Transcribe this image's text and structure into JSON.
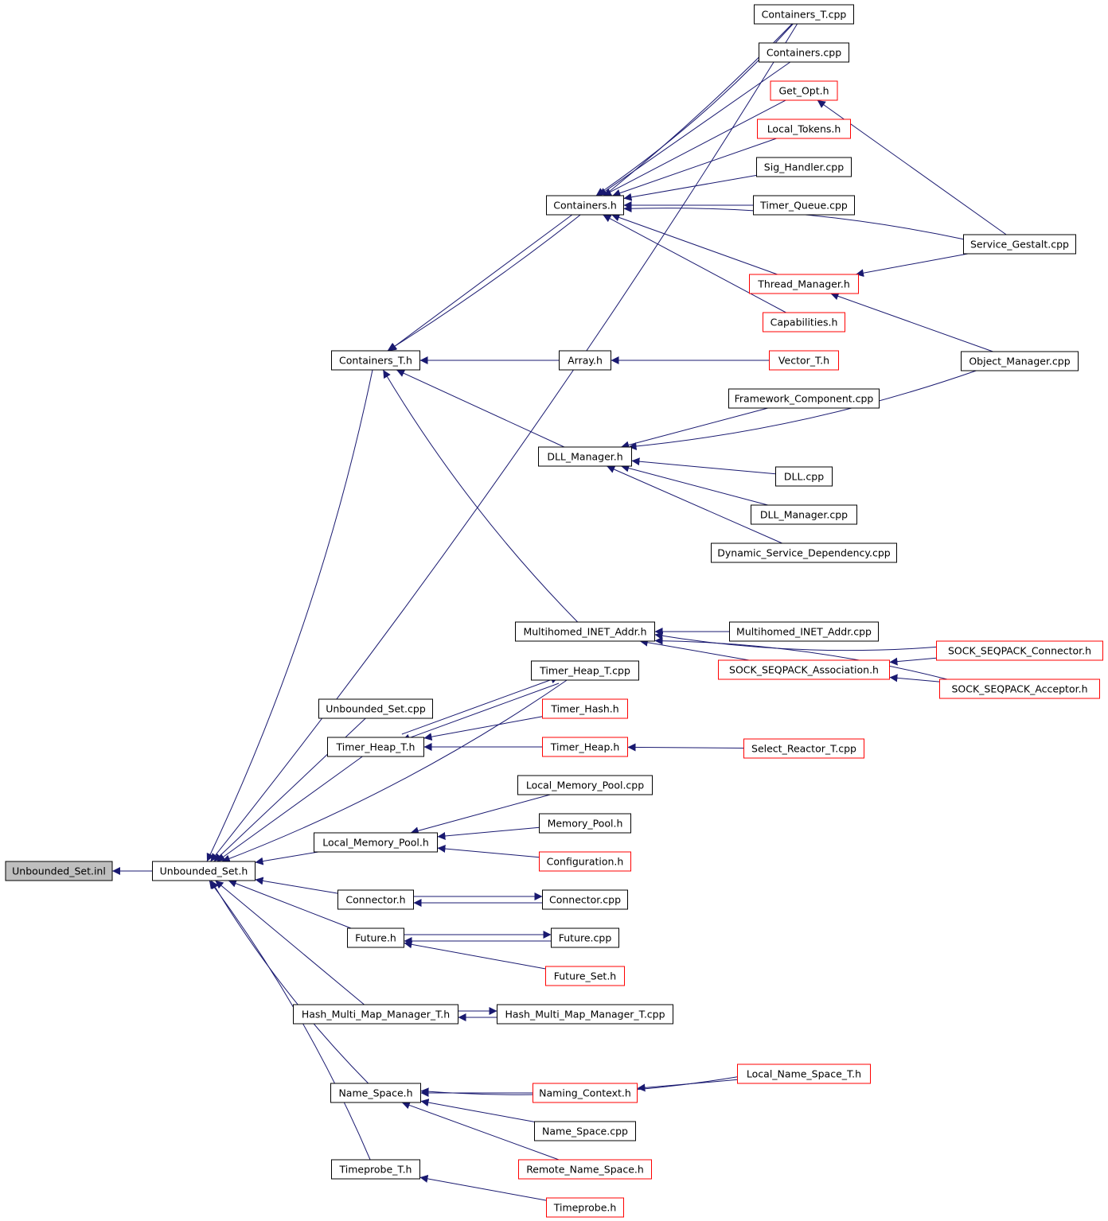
{
  "nodes": {
    "unbounded_set_inl": "Unbounded_Set.inl",
    "unbounded_set_h": "Unbounded_Set.h",
    "containers_t_h": "Containers_T.h",
    "containers_h": "Containers.h",
    "containers_t_cpp": "Containers_T.cpp",
    "containers_cpp": "Containers.cpp",
    "get_opt_h": "Get_Opt.h",
    "local_tokens_h": "Local_Tokens.h",
    "sig_handler_cpp": "Sig_Handler.cpp",
    "timer_queue_cpp": "Timer_Queue.cpp",
    "service_gestalt_cpp": "Service_Gestalt.cpp",
    "thread_manager_h": "Thread_Manager.h",
    "capabilities_h": "Capabilities.h",
    "array_h": "Array.h",
    "vector_t_h": "Vector_T.h",
    "object_manager_cpp": "Object_Manager.cpp",
    "framework_component_cpp": "Framework_Component.cpp",
    "dll_manager_h": "DLL_Manager.h",
    "dll_cpp": "DLL.cpp",
    "dll_manager_cpp": "DLL_Manager.cpp",
    "dynamic_service_dependency_cpp": "Dynamic_Service_Dependency.cpp",
    "multihomed_inet_addr_h": "Multihomed_INET_Addr.h",
    "multihomed_inet_addr_cpp": "Multihomed_INET_Addr.cpp",
    "sock_seqpack_connector_h": "SOCK_SEQPACK_Connector.h",
    "sock_seqpack_association_h": "SOCK_SEQPACK_Association.h",
    "sock_seqpack_acceptor_h": "SOCK_SEQPACK_Acceptor.h",
    "timer_heap_t_cpp": "Timer_Heap_T.cpp",
    "unbounded_set_cpp": "Unbounded_Set.cpp",
    "timer_hash_h": "Timer_Hash.h",
    "timer_heap_t_h": "Timer_Heap_T.h",
    "timer_heap_h": "Timer_Heap.h",
    "select_reactor_t_cpp": "Select_Reactor_T.cpp",
    "local_memory_pool_cpp": "Local_Memory_Pool.cpp",
    "memory_pool_h": "Memory_Pool.h",
    "local_memory_pool_h": "Local_Memory_Pool.h",
    "configuration_h": "Configuration.h",
    "connector_h": "Connector.h",
    "connector_cpp": "Connector.cpp",
    "future_h": "Future.h",
    "future_cpp": "Future.cpp",
    "future_set_h": "Future_Set.h",
    "hash_multi_map_manager_t_h": "Hash_Multi_Map_Manager_T.h",
    "hash_multi_map_manager_t_cpp": "Hash_Multi_Map_Manager_T.cpp",
    "local_name_space_t_h": "Local_Name_Space_T.h",
    "naming_context_h": "Naming_Context.h",
    "name_space_h": "Name_Space.h",
    "name_space_cpp": "Name_Space.cpp",
    "remote_name_space_h": "Remote_Name_Space.h",
    "timeprobe_t_h": "Timeprobe_T.h",
    "timeprobe_h": "Timeprobe.h"
  },
  "colors": {
    "edge": "#191970",
    "node_border": "#000000",
    "undocumented_border": "#ff0000",
    "root_fill": "#bfbfbf"
  }
}
